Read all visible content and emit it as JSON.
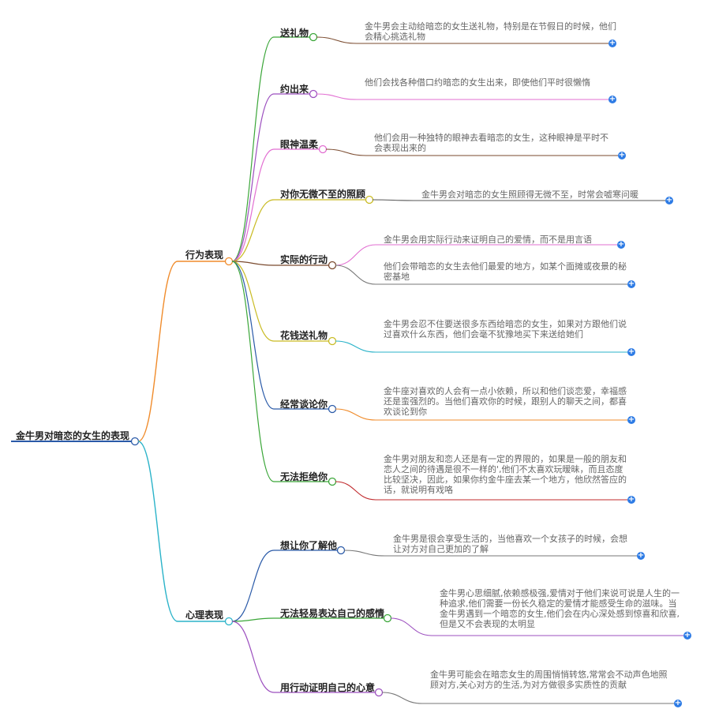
{
  "root": {
    "label": "金牛男对暗恋的女生的表现"
  },
  "branches": [
    {
      "label": "行为表现",
      "color": "#f08c2c",
      "children": [
        {
          "label": "送礼物",
          "color": "#3aa638",
          "notes": [
            {
              "text": "金牛男会主动给暗恋的女生送礼物，特别是在节假日的时候，他们会精心挑选礼物",
              "color": "#7a4a2e"
            }
          ]
        },
        {
          "label": "约出来",
          "color": "#9c4fbf",
          "notes": [
            {
              "text": "他们会找各种借口约暗恋的女生出来，即使他们平时很懒惰",
              "color": "#e26fd2"
            }
          ]
        },
        {
          "label": "眼神温柔",
          "color": "#e26fd2",
          "notes": [
            {
              "text": "他们会用一种独特的眼神去看暗恋的女生，这种眼神是平时不会表现出来的",
              "color": "#7a4a2e"
            }
          ]
        },
        {
          "label": "对你无微不至的照顾",
          "color": "#c9bb23",
          "notes": [
            {
              "text": "金牛男会对暗恋的女生照顾得无微不至，时常会嘘寒问暖",
              "color": "#555555"
            }
          ]
        },
        {
          "label": "实际的行动",
          "color": "#7a4a2e",
          "notes": [
            {
              "text": "金牛男会用实际行动来证明自己的爱情，而不是用言语",
              "color": "#e26fd2"
            },
            {
              "text": "他们会带暗恋的女生去他们最爱的地方，如某个面摊或夜景的秘密基地",
              "color": "#777777"
            }
          ]
        },
        {
          "label": "花钱送礼物",
          "color": "#c9bb23",
          "notes": [
            {
              "text": "金牛男会忍不住要送很多东西给暗恋的女生，如果对方跟他们说过喜欢什么东西，他们会毫不犹豫地买下来送给她们",
              "color": "#2bb3c9"
            }
          ]
        },
        {
          "label": "经常谈论你",
          "color": "#2a5aa8",
          "notes": [
            {
              "text": "金牛座对喜欢的人会有一点小依赖，所以和他们谈恋爱，幸福感还是蛮强烈的。当他们喜欢你的时候，跟别人的聊天之间，都喜欢谈论到你",
              "color": "#f08c2c"
            }
          ]
        },
        {
          "label": "无法拒绝你",
          "color": "#3aa638",
          "notes": [
            {
              "text": "金牛男对朋友和恋人还是有一定的界限的，如果是一般的朋友和恋人之间的待遇是很不一样的',他们不太喜欢玩暧昧，而且态度比较坚决，因此，如果你约金牛座去某一个地方，他欣然答应的话，就说明有戏咯",
              "color": "#c0282b"
            }
          ]
        }
      ]
    },
    {
      "label": "心理表现",
      "color": "#2bb3c9",
      "children": [
        {
          "label": "想让你了解他",
          "color": "#2a5aa8",
          "notes": [
            {
              "text": "金牛男是很会享受生活的，当他喜欢一个女孩子的时候，会想让对方对自己更加的了解",
              "color": "#777777"
            }
          ]
        },
        {
          "label": "无法轻易表达自己的感情",
          "color": "#3aa638",
          "notes": [
            {
              "text": "金牛男心思细腻,依赖感极强,爱情对于他们来说可说是人生的一种追求,他们需要一份长久稳定的爱情才能感受生命的滋味。当金牛男遇到一个暗恋的女生,他们会在内心深处感到惊喜和欣喜,但是又不会表现的太明显",
              "color": "#9c4fbf"
            }
          ]
        },
        {
          "label": "用行动证明自己的心意",
          "color": "#9c4fbf",
          "notes": [
            {
              "text": "金牛男可能会在暗恋女生的周围悄悄转悠,常常会不动声色地照顾对方,关心对方的生活,为对方做很多实质性的贡献",
              "color": "#777777"
            }
          ]
        }
      ]
    }
  ]
}
